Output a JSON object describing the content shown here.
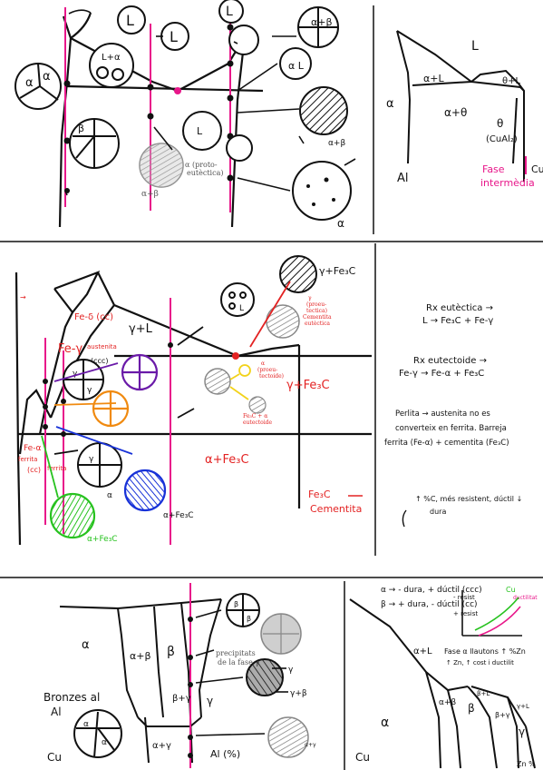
{
  "colors": {
    "ink": "#111111",
    "magenta": "#e8178a",
    "red": "#e32222",
    "orange": "#f08a10",
    "purple": "#6a1aa8",
    "blue": "#1832d8",
    "green": "#27c21f",
    "grey": "#9a9a9a",
    "yellow": "#f2d21a"
  },
  "panel1": {
    "L1": "L",
    "L2": "L",
    "L3": "L",
    "L4": "L",
    "alpha_left": "α",
    "alpha_left2": "α",
    "beta": "β",
    "proto_label": "α (proto-",
    "proto_label2": "eutèctica)",
    "ab_label": "α+β",
    "cap_ab": "α+β",
    "cap_L_alpha": "α L",
    "cap_alpha_beta": "α+β",
    "cap_alpha": "α",
    "circle_lab": "L+α",
    "bub_L": "L"
  },
  "panel2": {
    "L": "L",
    "alpha": "α",
    "alpha_theta": "α+θ",
    "theta_L": "θ+L",
    "theta": "θ",
    "cual2": "(CuAl₂)",
    "al": "Al",
    "cu": "Cu",
    "fase1": "Fase",
    "fase2": "intermèdia"
  },
  "panel3": {
    "fe_delta": "Fe-δ (cc)",
    "fe_gamma": "Fe-γ",
    "austenita": "austenita",
    "ccc": "(ccc)",
    "gamma_L": "γ+L",
    "gamma_fe3c_top": "γ+Fe₃C",
    "gamma_fe3c": "γ+Fe₃C",
    "alpha_fe3c": "α+Fe₃C",
    "fe_alpha": "Fe-α",
    "ferrita": "ferrita",
    "cc": "(cc)",
    "ferrita2": "ferrita",
    "alpha_fe3c_green": "α+Fe₃C",
    "alpha_fe3c_blue": "α+Fe₃C",
    "fe3c": "Fe₃C",
    "cementita": "Cementita",
    "small_alpha": "α",
    "eut1": "γ",
    "eut2": "(proeu-",
    "eut3": "tectica)",
    "eut4": "Cementita",
    "eut5": "eutèctica",
    "eo1": "α",
    "eo2": "(proeu-",
    "eo3": "tectoide)",
    "eo4": "Fe₃C + α",
    "eo5": "eutectoide",
    "bub_L": "L",
    "g1": "γ",
    "g2": "γ",
    "g3": "γ"
  },
  "panel4": {
    "rx_eut1": "Rx eutèctica →",
    "rx_eut2": "L → Fe₃C + Fe-γ",
    "rx_eo1": "Rx eutectoide →",
    "rx_eo2": "Fe-γ → Fe-α + Fe₃C",
    "n1": "Perlita → austenita no es",
    "n2": "converteix en ferrita. Barreja",
    "n3": "ferrita (Fe-α) + cementita (Fe₃C)",
    "n4": "↑ %C, més resistent, dúctil ↓",
    "n5": "dura"
  },
  "panel5": {
    "alpha": "α",
    "alpha_beta": "α+β",
    "beta": "β",
    "beta_gamma": "β+γ",
    "gamma": "γ",
    "alpha_gamma": "α+γ",
    "bronzes1": "Bronzes al",
    "bronzes2": "Al",
    "cu": "Cu",
    "al_pct": "Al (%)",
    "precip1": "precipitats",
    "precip2": "de la fase γ",
    "arrow_gamma": "γ",
    "arrow_beta": "γ+β",
    "arrow_ag": "α+γ"
  },
  "panel6": {
    "l1": "α → - dura, + dúctil (ccc)",
    "l2": "β → + dura, - dúctil (cc)",
    "l3": "+ resist",
    "l3b": "- resist",
    "cu_legend": "Cu",
    "duct": "ductilitat",
    "alpha_L": "α+L",
    "l4": "Fase α llautons ↑ %Zn",
    "l5": "↑ Zn, ↑ cost i ductilit",
    "alpha": "α",
    "alpha_beta": "α+β",
    "beta": "β",
    "beta_gamma": "β+γ",
    "gamma": "γ",
    "bp_L": "β+L",
    "gp_L": "γ+L",
    "cu": "Cu",
    "zn": "Zn %"
  }
}
